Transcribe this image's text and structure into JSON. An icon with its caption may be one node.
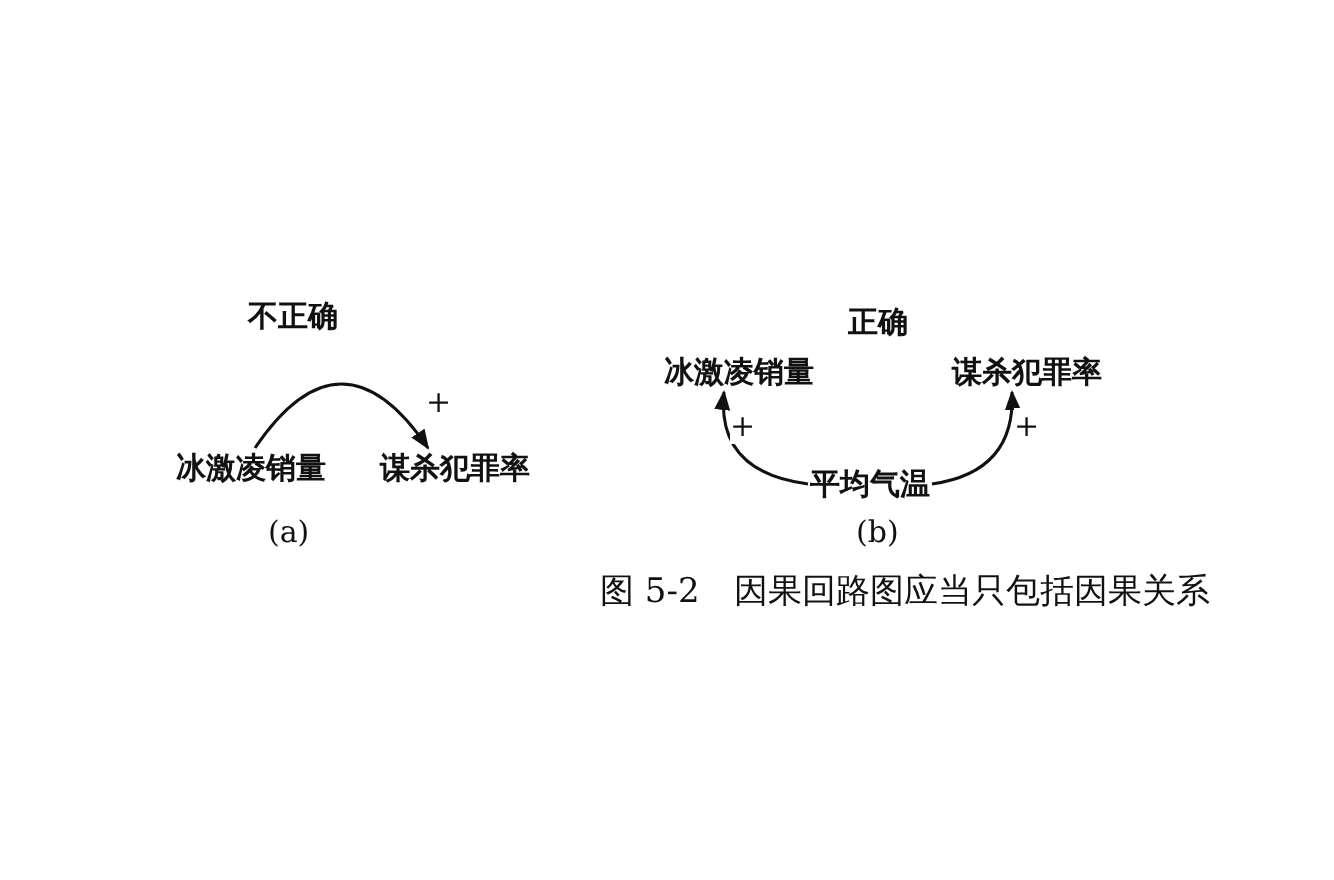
{
  "diagram": {
    "caption": "图 5-2　因果回路图应当只包括因果关系",
    "nodes": [
      {
        "text": [
          "冰激凌销量"
        ]
      },
      {
        "text": [
          "谋杀犯罪率"
        ]
      },
      {
        "text": [
          "冰激凌销量"
        ]
      },
      {
        "text": [
          "谋杀犯罪率"
        ]
      },
      {
        "text": [
          "平均气温"
        ]
      }
    ],
    "edges": [
      {
        "from": 0,
        "to": 1,
        "arrow": "to",
        "label": "+"
      },
      {
        "from": 4,
        "to": 2,
        "arrow": "to",
        "label": "+"
      },
      {
        "from": 4,
        "to": 3,
        "arrow": "to",
        "label": "+"
      }
    ],
    "labels": [
      "不正确",
      "(a)",
      "正确",
      "(b)"
    ]
  }
}
